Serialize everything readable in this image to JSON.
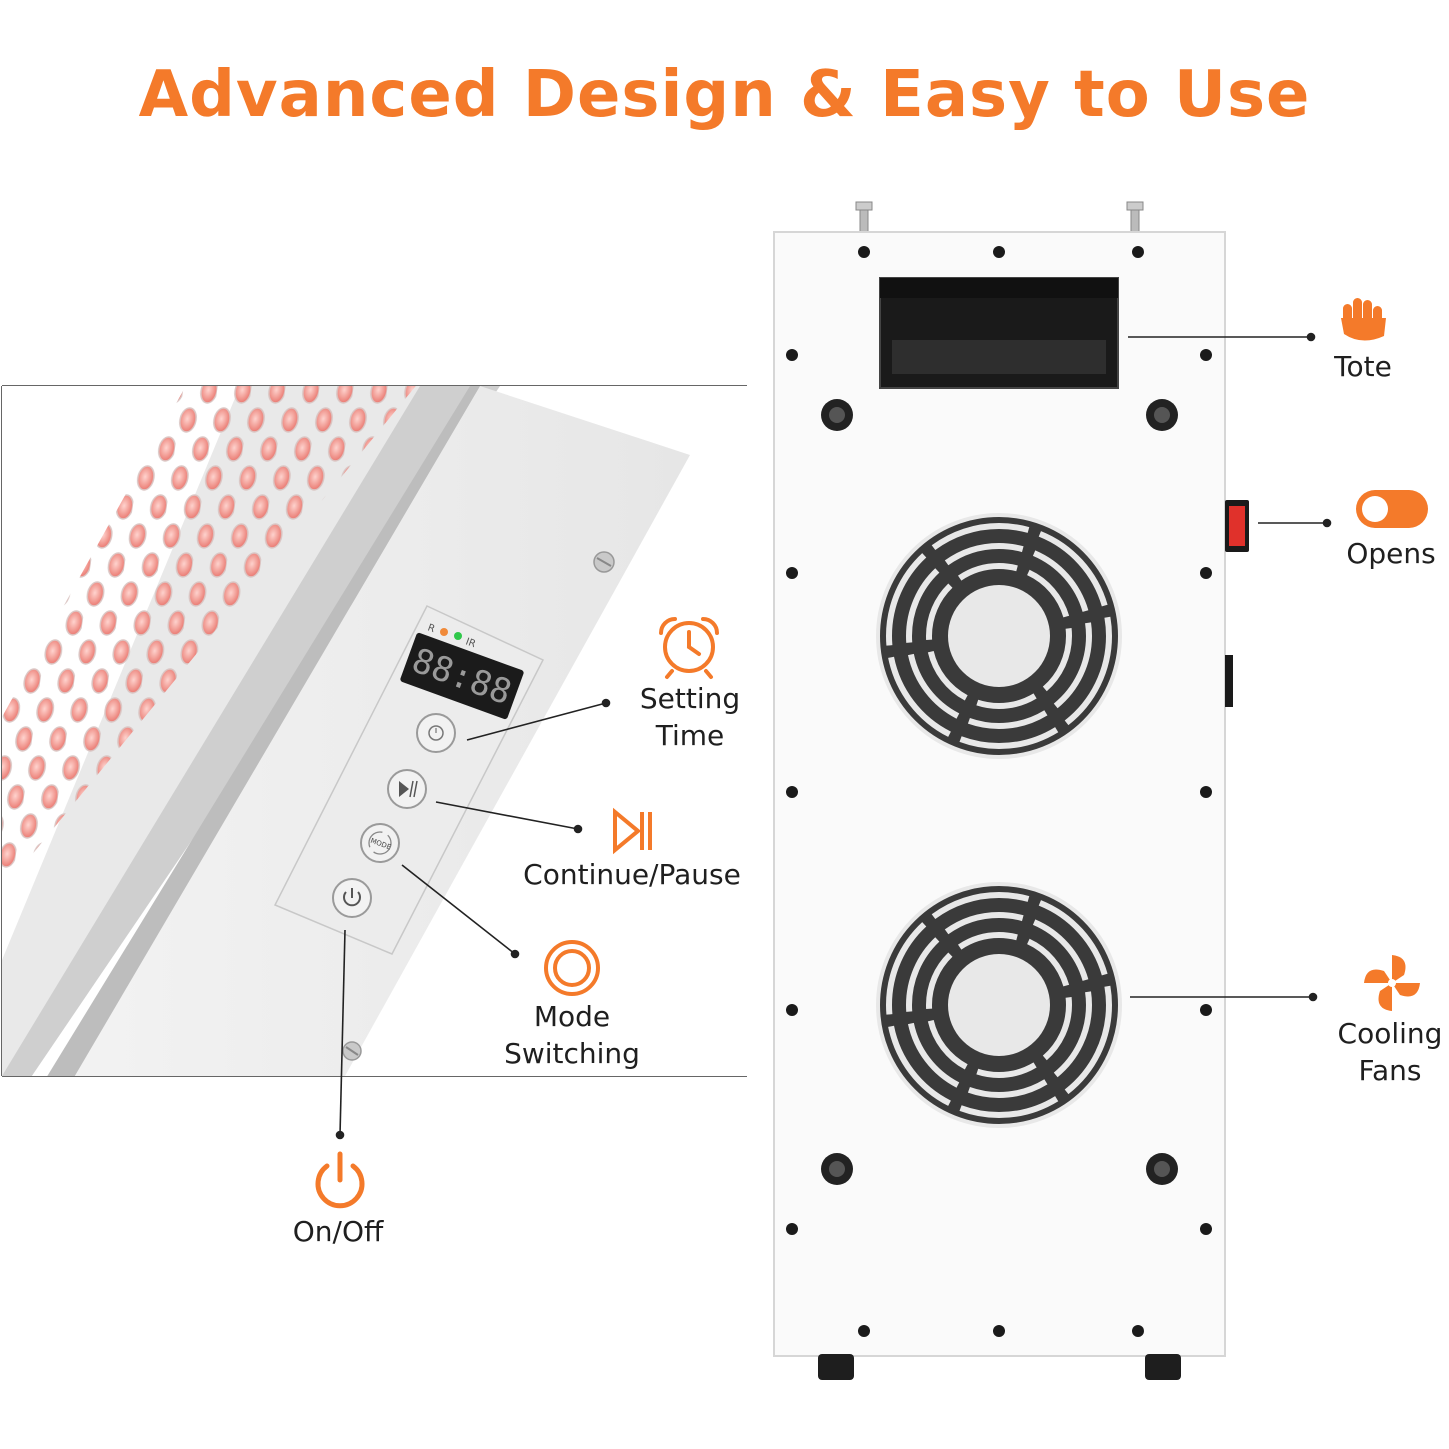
{
  "title": "Advanced Design & Easy to Use",
  "accent_color": "#f47a2a",
  "features": {
    "setting_time": {
      "line1": "Setting",
      "line2": "Time",
      "icon": "alarm-clock-icon"
    },
    "continue_pause": {
      "label": "Continue/Pause",
      "icon": "play-pause-icon"
    },
    "mode_switching": {
      "line1": "Mode",
      "line2": "Switching",
      "icon": "mode-ring-icon"
    },
    "on_off": {
      "label": "On/Off",
      "icon": "power-icon"
    },
    "tote": {
      "label": "Tote",
      "icon": "hand-icon"
    },
    "opens": {
      "label": "Opens",
      "icon": "toggle-switch-icon"
    },
    "cooling_fans": {
      "line1": "Cooling",
      "line2": "Fans",
      "icon": "fan-icon"
    }
  },
  "panel": {
    "display_digits": "88:88",
    "indicator_r": "R",
    "indicator_ir": "IR",
    "mode_button_text": "MODE"
  }
}
